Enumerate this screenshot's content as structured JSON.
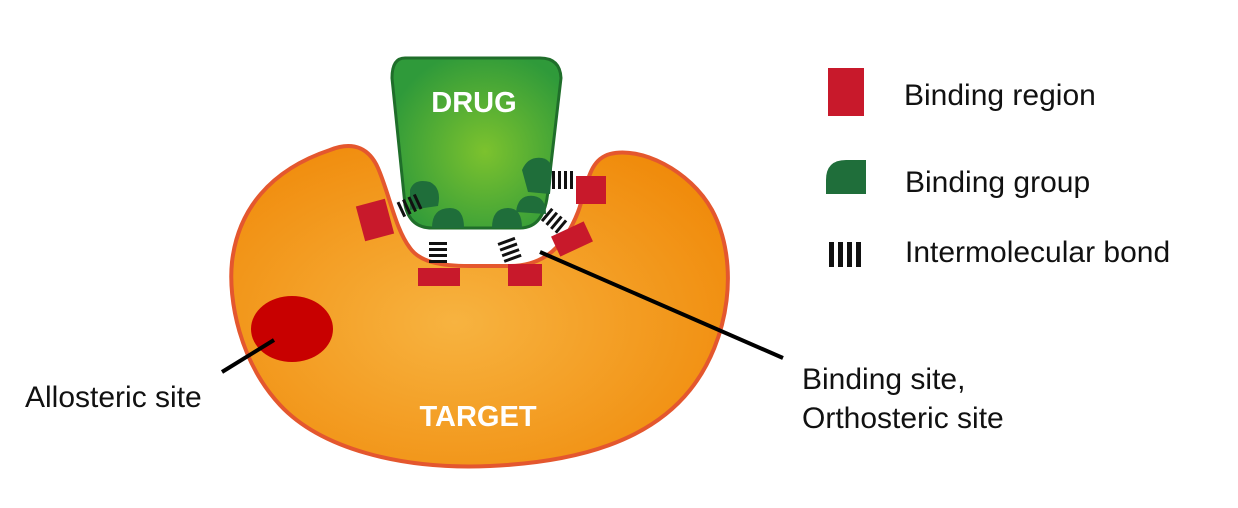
{
  "diagram": {
    "drug_label": "DRUG",
    "target_label": "TARGET",
    "allosteric_label": "Allosteric site",
    "binding_site_label_line1": "Binding site,",
    "binding_site_label_line2": "Orthosteric site"
  },
  "legend": {
    "binding_region": "Binding region",
    "binding_group": "Binding group",
    "intermolecular_bond": "Intermolecular bond"
  },
  "colors": {
    "target_fill": "#f39c12",
    "target_stroke": "#e4572e",
    "drug_fill": "#3fa535",
    "drug_stroke": "#1f6e2a",
    "binding_region": "#c8192b",
    "binding_group": "#1f6e3a",
    "allosteric_site": "#c80000",
    "bond": "#111111"
  }
}
